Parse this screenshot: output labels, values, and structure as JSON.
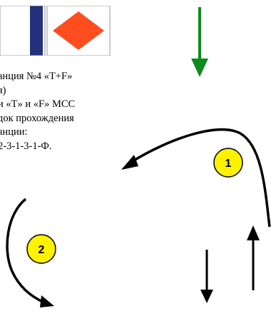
{
  "caption": {
    "line1": "анция  №4 «T+F»",
    "line2": "я)",
    "line3": "и «T» и «F» МСС",
    "line4": "док прохождения",
    "line5": "анции:",
    "line6": "2-3-1-3-1-Ф."
  },
  "markers": {
    "m1": "1",
    "m2": "2"
  },
  "colors": {
    "flag_navy": "#23317d",
    "flag_red": "#ff4d1f",
    "green_arrow": "#0e8a1e",
    "marker_fill": "#fff200",
    "ink": "#000000"
  },
  "icons": [
    "white-navy-stripe-flag",
    "red-diamond-flag",
    "green-down-arrow",
    "curved-arrow",
    "straight-arrow"
  ]
}
